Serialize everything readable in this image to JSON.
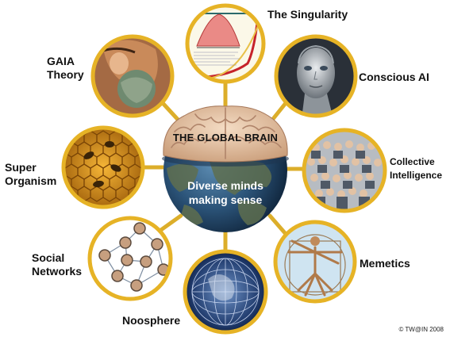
{
  "title": "THE GLOBAL BRAIN",
  "subtitle": [
    "Diverse minds",
    "making sense"
  ],
  "nodes": [
    {
      "id": "singularity",
      "label": [
        "The Singularity"
      ],
      "icon": "exponential-chart-icon"
    },
    {
      "id": "conscious-ai",
      "label": [
        "Conscious AI"
      ],
      "icon": "robot-face-icon"
    },
    {
      "id": "collective-intelligence",
      "label": [
        "Collective",
        "Intelligence"
      ],
      "icon": "crowd-photo-icon"
    },
    {
      "id": "memetics",
      "label": [
        "Memetics"
      ],
      "icon": "vitruvian-man-icon"
    },
    {
      "id": "noosphere",
      "label": [
        "Noosphere"
      ],
      "icon": "wireframe-earth-icon"
    },
    {
      "id": "social-networks",
      "label": [
        "Social",
        "Networks"
      ],
      "icon": "people-network-icon"
    },
    {
      "id": "super-organism",
      "label": [
        "Super",
        "Organism"
      ],
      "icon": "honeycomb-bees-icon"
    },
    {
      "id": "gaia-theory",
      "label": [
        "GAIA",
        "Theory"
      ],
      "icon": "gaia-painting-icon"
    }
  ],
  "copyright": "© TW@IN 2008",
  "colors": {
    "ring": "#e6b326",
    "connector": "#dcae2a",
    "ocean": "#24466a",
    "brain": "#e3c6a9"
  }
}
